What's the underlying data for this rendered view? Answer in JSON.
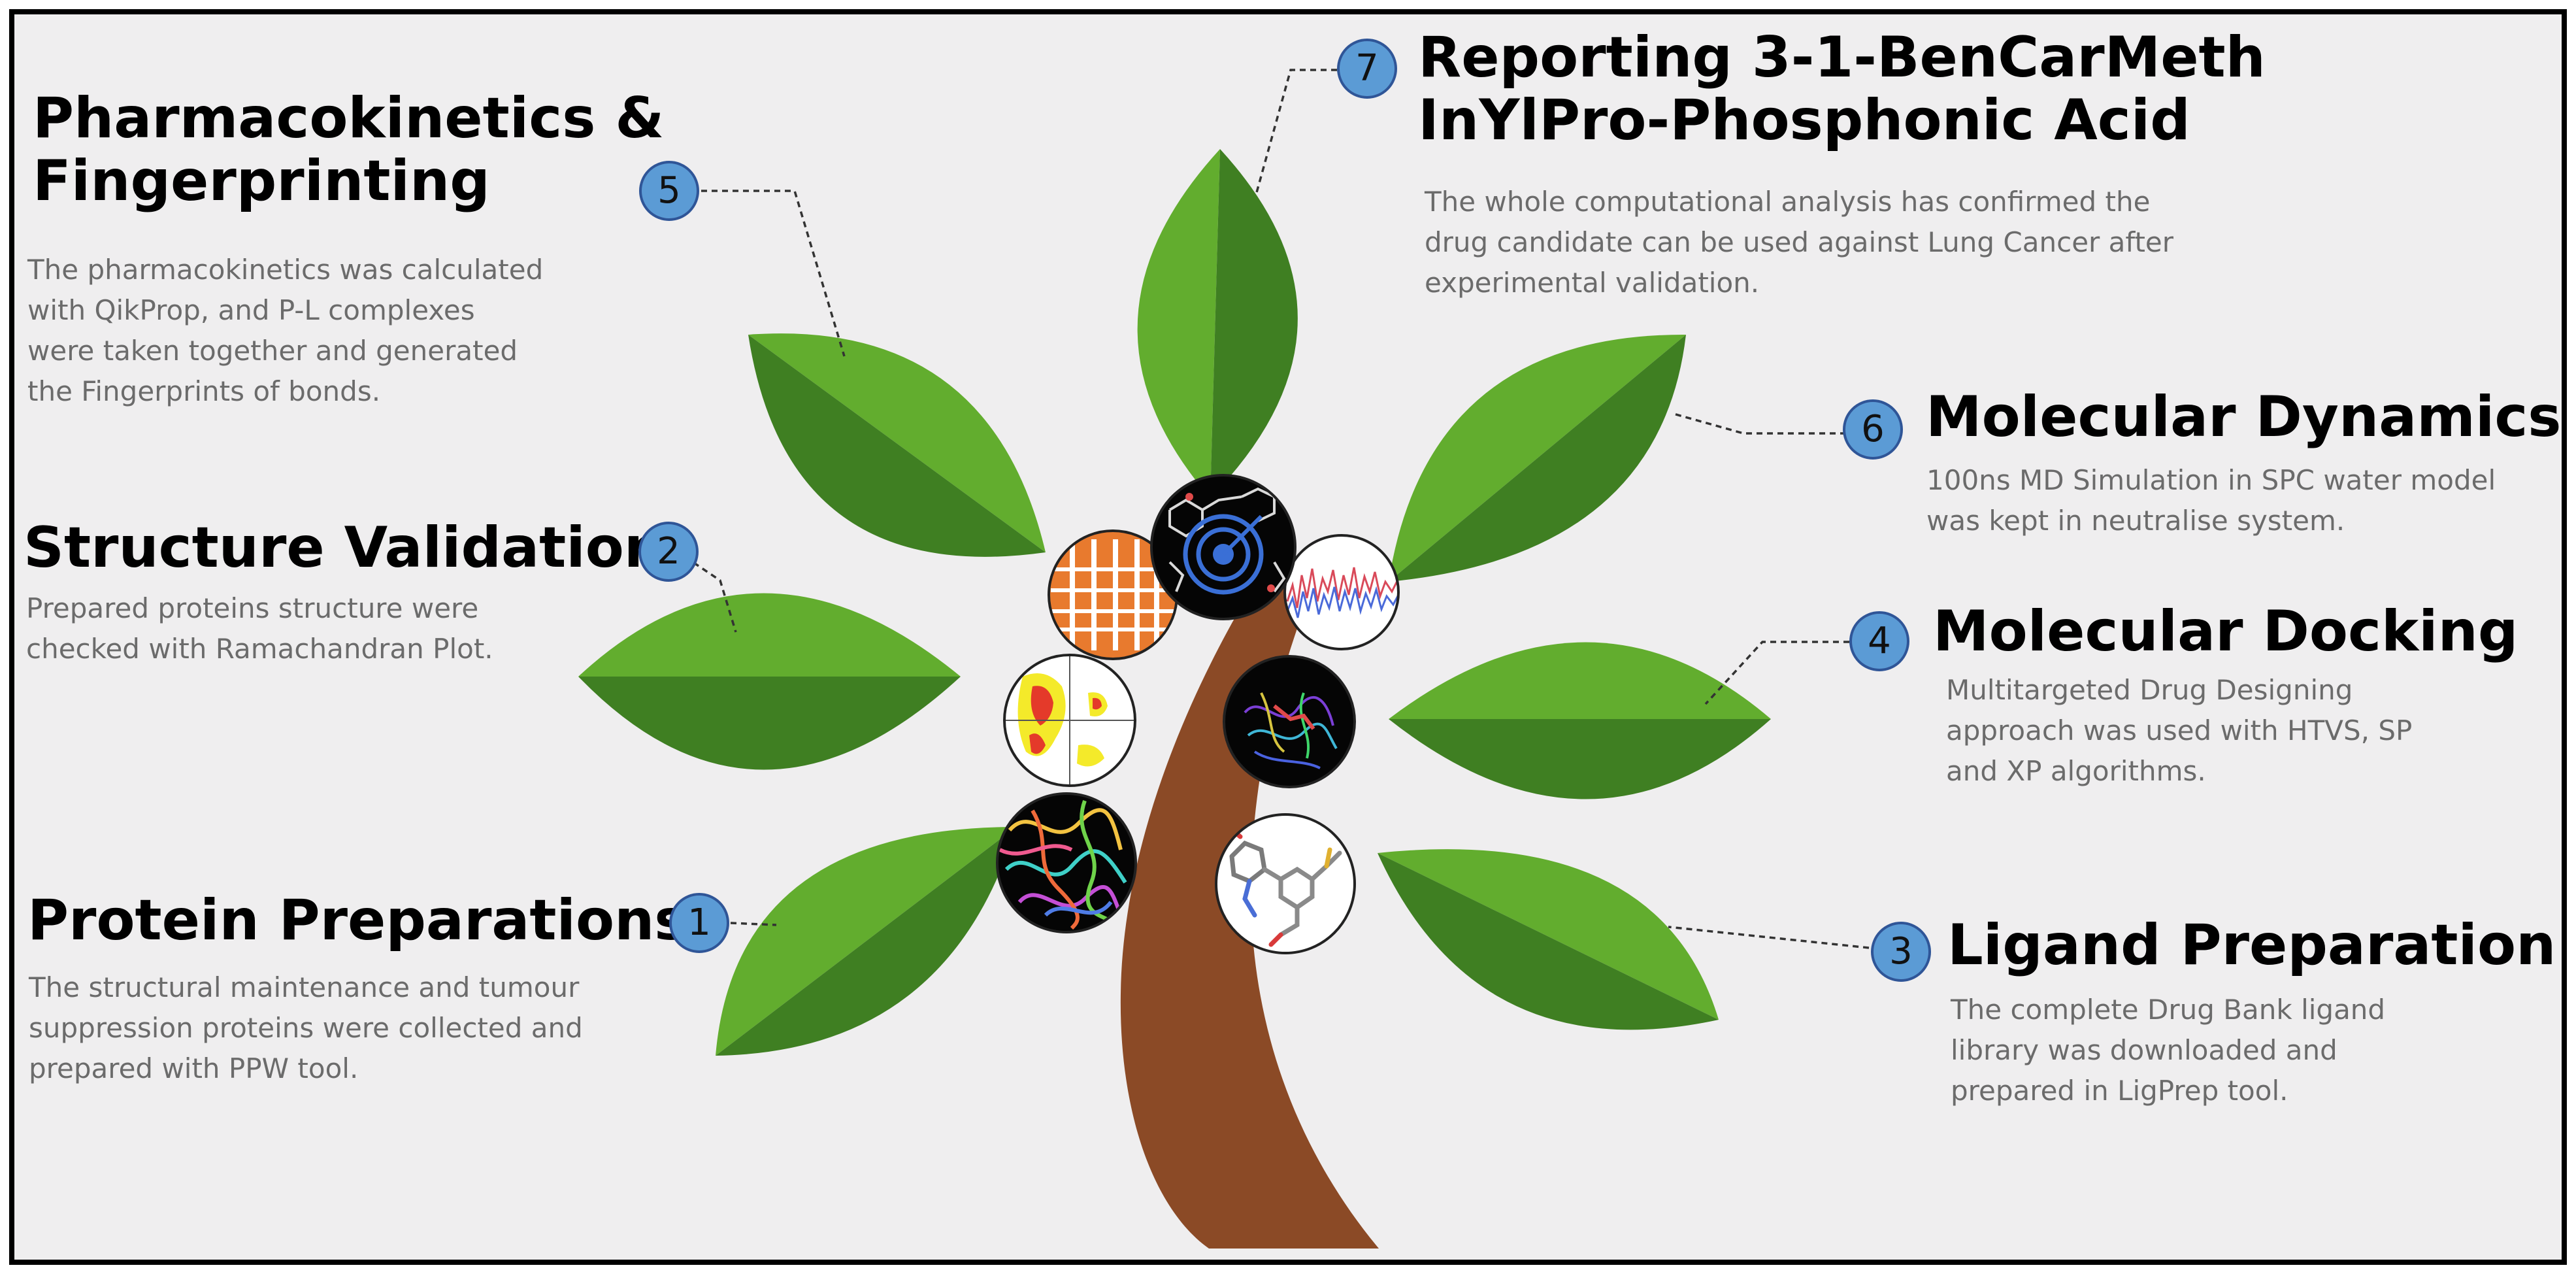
{
  "colors": {
    "background": "#efeeef",
    "frame": "#000000",
    "leaf_light": "#62ad2e",
    "leaf_dark": "#3f7f22",
    "trunk": "#8b4a26",
    "badge_fill": "#5b9bd5",
    "badge_border": "#2f5597",
    "title_text": "#000000",
    "desc_text": "#6b6b6b"
  },
  "steps": [
    {
      "number": "1",
      "title": "Protein Preparations",
      "description": "The structural maintenance and tumour\nsuppression proteins were collected and\nprepared with PPW tool."
    },
    {
      "number": "2",
      "title": "Structure Validation",
      "description": "Prepared proteins structure were\nchecked with Ramachandran Plot."
    },
    {
      "number": "3",
      "title": "Ligand Preparation",
      "description": "The complete Drug Bank ligand\nlibrary was downloaded and\nprepared in LigPrep tool."
    },
    {
      "number": "4",
      "title": "Molecular Docking",
      "description": "Multitargeted Drug Designing\napproach was used with HTVS, SP\nand XP algorithms."
    },
    {
      "number": "5",
      "title": "Pharmacokinetics &\nFingerprinting",
      "description": "The pharmacokinetics was calculated\nwith QikProp, and P-L complexes\nwere taken together and generated\nthe Fingerprints of bonds."
    },
    {
      "number": "6",
      "title": "Molecular Dynamics",
      "description": "100ns MD Simulation in SPC water model\nwas kept in neutralise system."
    },
    {
      "number": "7",
      "title": "Reporting 3-1-BenCarMeth\nInYlPro-Phosphonic Acid",
      "description": "The whole computational analysis has confirmed the\ndrug candidate can be used against Lung Cancer after\nexperimental validation."
    }
  ],
  "thumbnails": [
    {
      "name": "protein-structure-thumbnail",
      "depicts": "protein structure ribbon"
    },
    {
      "name": "ramachandran-plot-thumbnail",
      "depicts": "Ramachandran plot"
    },
    {
      "name": "ligand-structure-thumbnail",
      "depicts": "ligand 3D structure"
    },
    {
      "name": "docking-complex-thumbnail",
      "depicts": "docked protein-ligand complex"
    },
    {
      "name": "fingerprint-grid-thumbnail",
      "depicts": "interaction fingerprint grid"
    },
    {
      "name": "md-simulation-plot-thumbnail",
      "depicts": "MD trajectory plot"
    },
    {
      "name": "final-compound-thumbnail",
      "depicts": "final compound with target symbol"
    }
  ]
}
